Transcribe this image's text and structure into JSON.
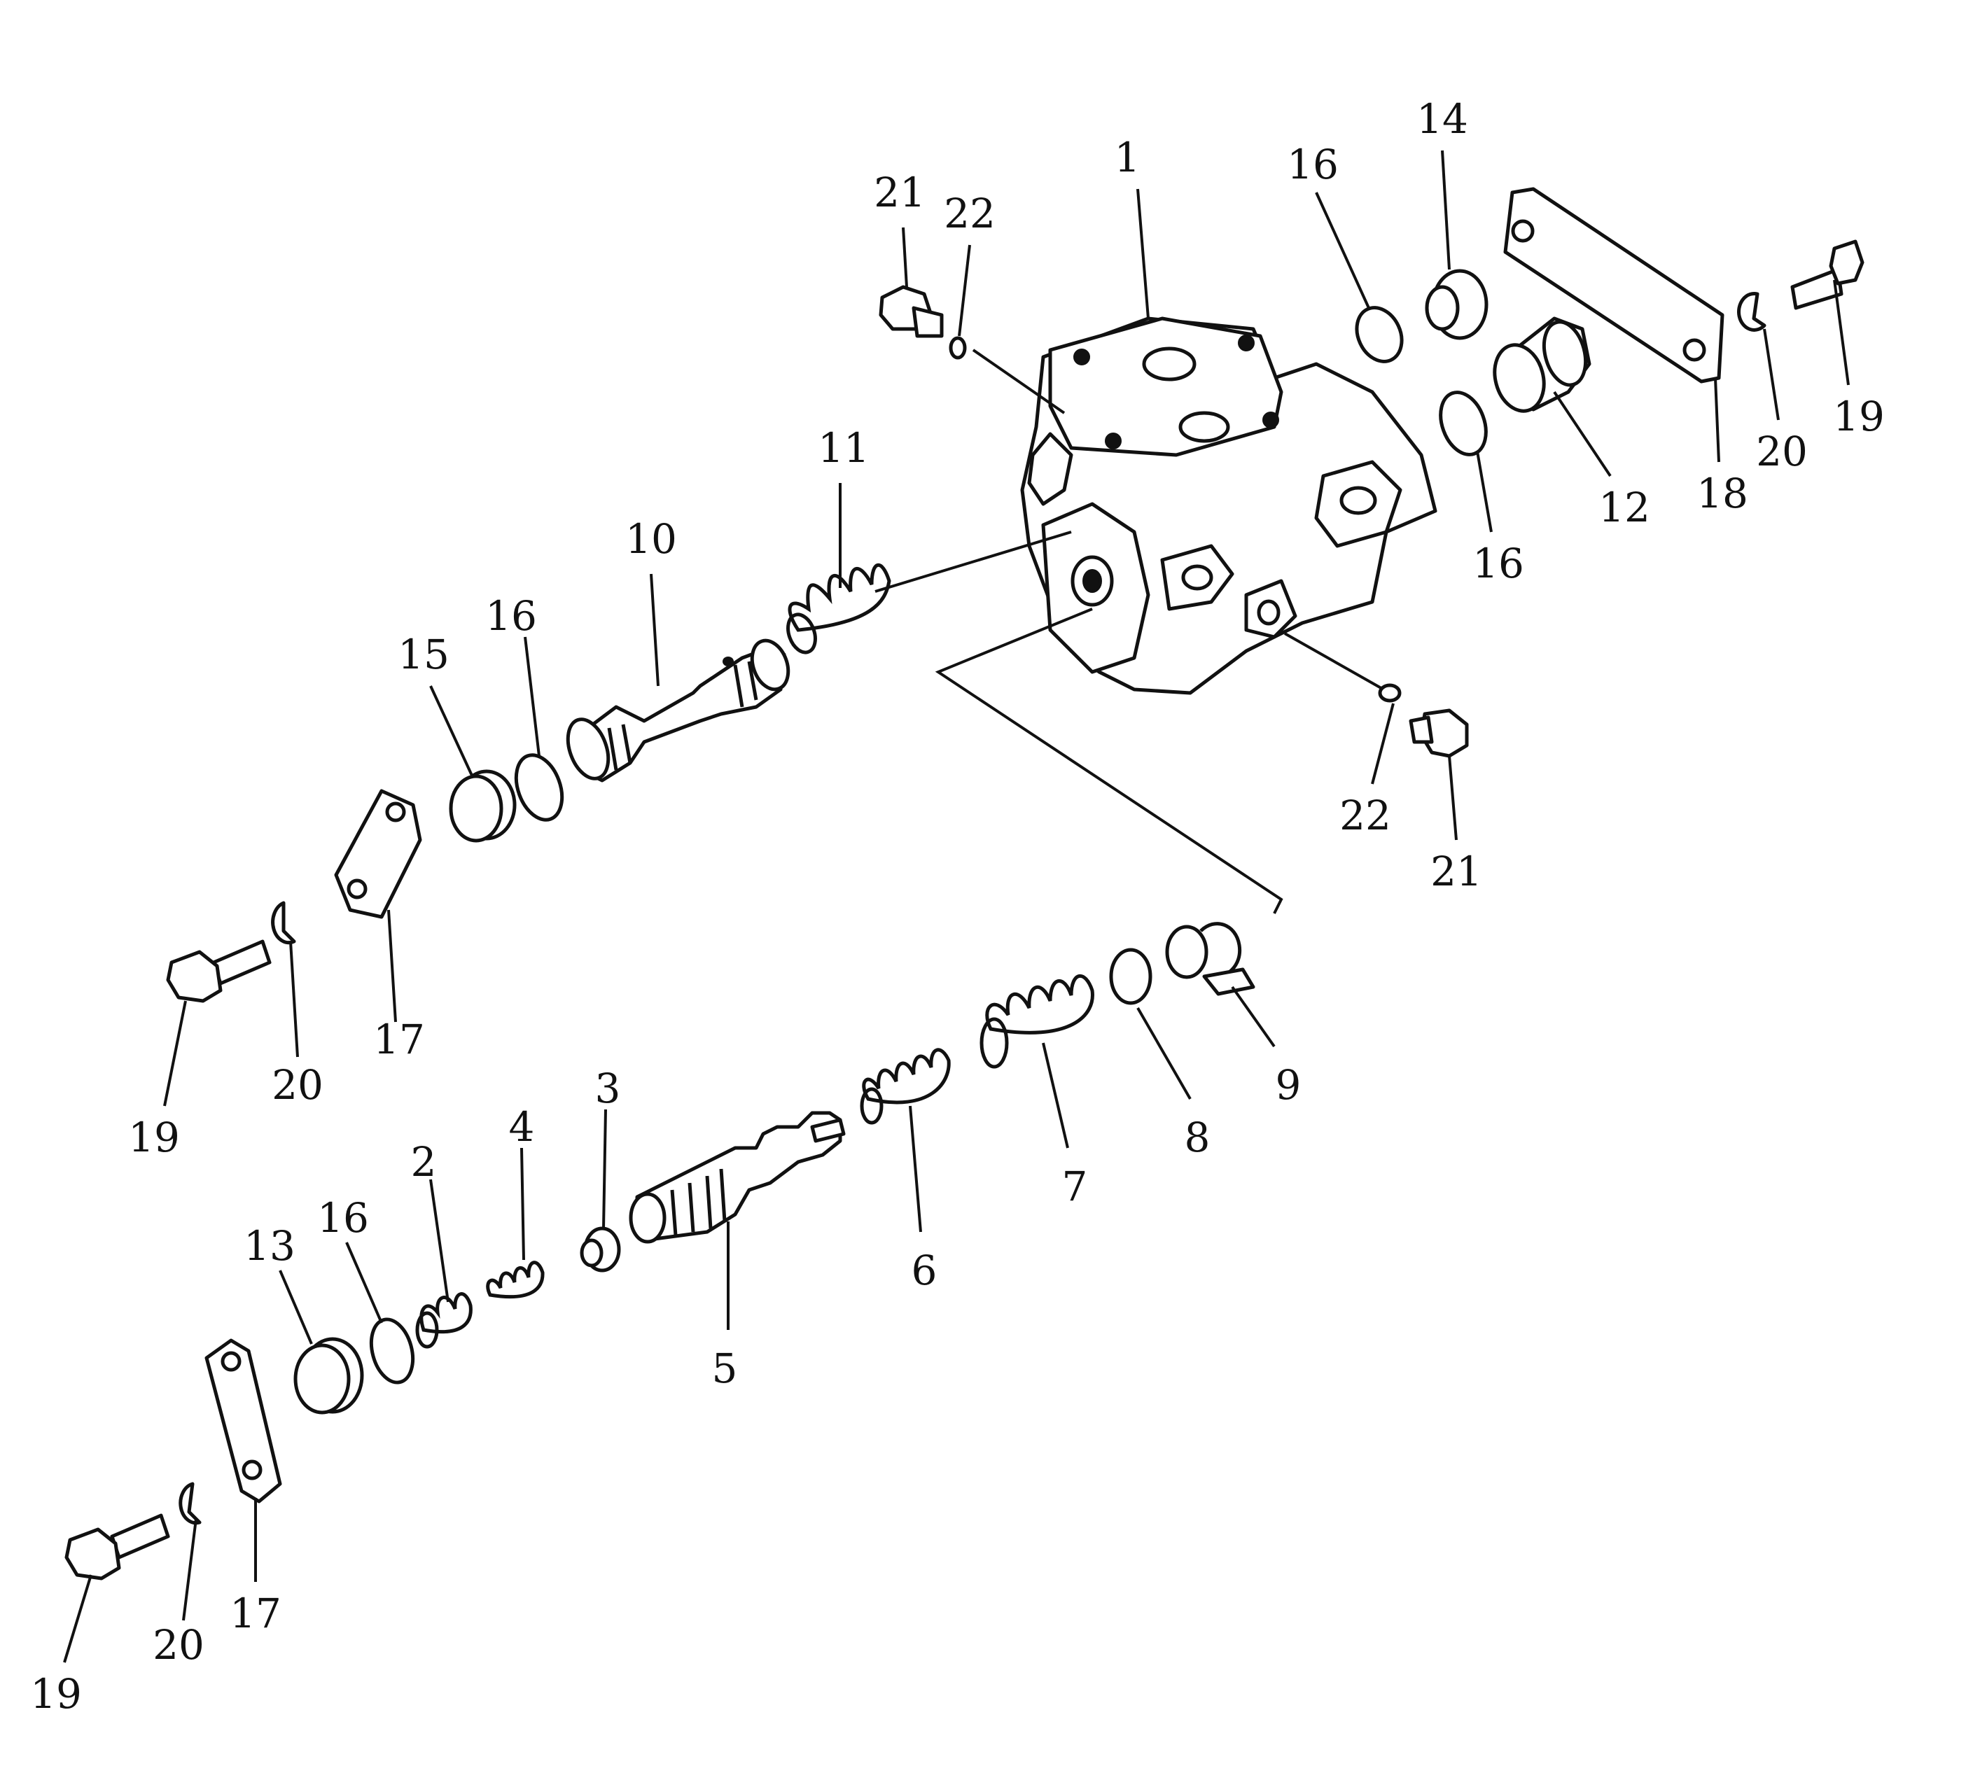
{
  "callouts": [
    {
      "id": "c1",
      "text": "1"
    },
    {
      "id": "c2",
      "text": "2"
    },
    {
      "id": "c3",
      "text": "3"
    },
    {
      "id": "c4",
      "text": "4"
    },
    {
      "id": "c5",
      "text": "5"
    },
    {
      "id": "c6",
      "text": "6"
    },
    {
      "id": "c7",
      "text": "7"
    },
    {
      "id": "c8",
      "text": "8"
    },
    {
      "id": "c9",
      "text": "9"
    },
    {
      "id": "c10",
      "text": "10"
    },
    {
      "id": "c11",
      "text": "11"
    },
    {
      "id": "c12",
      "text": "12"
    },
    {
      "id": "c13",
      "text": "13"
    },
    {
      "id": "c14",
      "text": "14"
    },
    {
      "id": "c15",
      "text": "15"
    },
    {
      "id": "c16a",
      "text": "16"
    },
    {
      "id": "c16b",
      "text": "16"
    },
    {
      "id": "c16c",
      "text": "16"
    },
    {
      "id": "c16d",
      "text": "16"
    },
    {
      "id": "c17a",
      "text": "17"
    },
    {
      "id": "c17b",
      "text": "17"
    },
    {
      "id": "c18",
      "text": "18"
    },
    {
      "id": "c19a",
      "text": "19"
    },
    {
      "id": "c19b",
      "text": "19"
    },
    {
      "id": "c19c",
      "text": "19"
    },
    {
      "id": "c20a",
      "text": "20"
    },
    {
      "id": "c20b",
      "text": "20"
    },
    {
      "id": "c20c",
      "text": "20"
    },
    {
      "id": "c21a",
      "text": "21"
    },
    {
      "id": "c21b",
      "text": "21"
    },
    {
      "id": "c22a",
      "text": "22"
    },
    {
      "id": "c22b",
      "text": "22"
    }
  ]
}
